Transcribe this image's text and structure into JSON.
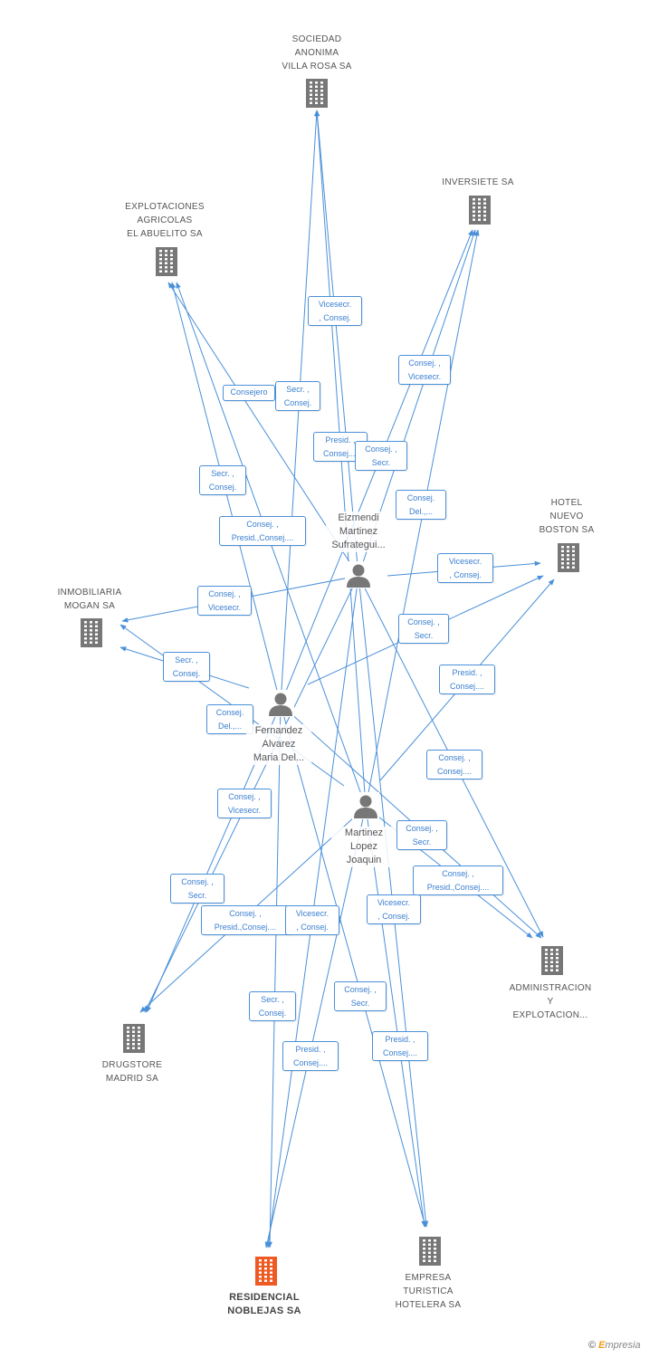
{
  "colors": {
    "edge": "#4a90d9",
    "company": "#777777",
    "main_company": "#ef5a24",
    "person": "#777777"
  },
  "companies": [
    {
      "id": "villarosa",
      "label": "SOCIEDAD\nANONIMA\nVILLA ROSA SA",
      "icon": "building-icon"
    },
    {
      "id": "inversiete",
      "label": "INVERSIETE SA",
      "icon": "building-icon"
    },
    {
      "id": "abuelito",
      "label": "EXPLOTACIONES\nAGRICOLAS\nEL ABUELITO SA",
      "icon": "building-icon"
    },
    {
      "id": "boston",
      "label": "HOTEL\nNUEVO\nBOSTON SA",
      "icon": "building-icon"
    },
    {
      "id": "mogan",
      "label": "INMOBILIARIA\nMOGAN SA",
      "icon": "building-icon"
    },
    {
      "id": "admin",
      "label": "ADMINISTRACION\nY\nEXPLOTACION...",
      "icon": "building-icon"
    },
    {
      "id": "drugstore",
      "label": "DRUGSTORE\nMADRID SA",
      "icon": "building-icon"
    },
    {
      "id": "residencial",
      "label": "RESIDENCIAL\nNOBLEJAS SA",
      "icon": "building-icon",
      "main": true
    },
    {
      "id": "turistica",
      "label": "EMPRESA\nTURISTICA\nHOTELERA SA",
      "icon": "building-icon"
    }
  ],
  "persons": [
    {
      "id": "eizmendi",
      "label": "Eizmendi\nMartinez\nSufrategui...",
      "icon": "person-icon"
    },
    {
      "id": "fernandez",
      "label": "Fernandez\nAlvarez\nMaria Del...",
      "icon": "person-icon"
    },
    {
      "id": "martinez",
      "label": "Martinez\nLopez\nJoaquin",
      "icon": "person-icon"
    }
  ],
  "edge_labels": [
    "Vicesecr.\n, Consej.",
    "Consej. ,\nVicesecr.",
    "Consejero",
    "Secr. ,\nConsej.",
    "Presid. ,\nConsej....",
    "Consej. ,\nSecr.",
    "Secr. ,\nConsej.",
    "Consej.\nDel.,...",
    "Consej. ,\nPresid.,Consej....",
    "Vicesecr.\n, Consej.",
    "Consej. ,\nVicesecr.",
    "Consej. ,\nSecr.",
    "Secr. ,\nConsej.",
    "Presid. ,\nConsej....",
    "Consej.\nDel.,...",
    "Consej. ,\nConsej....",
    "Consej. ,\nVicesecr.",
    "Consej. ,\nSecr.",
    "Consej. ,\nPresid.,Consej....",
    "Consej. ,\nSecr.",
    "Consej. ,\nPresid.,Consej....",
    "Vicesecr.\n, Consej.",
    "Vicesecr.\n, Consej.",
    "Consej. ,\nSecr.",
    "Secr. ,\nConsej.",
    "Presid. ,\nConsej....",
    "Presid. ,\nConsej...."
  ],
  "footer": {
    "copyright": "©",
    "brand_initial": "E",
    "brand_rest": "mpresia"
  }
}
